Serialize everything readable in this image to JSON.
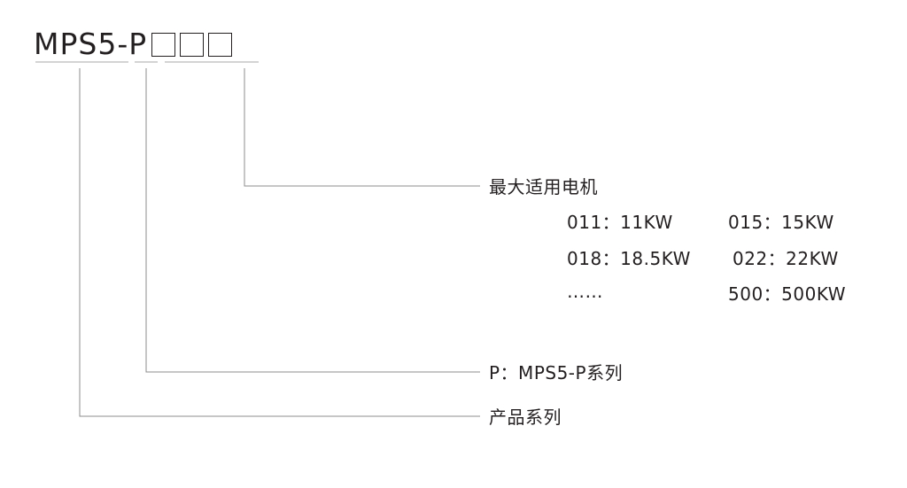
{
  "model": {
    "prefix": "MPS5-P",
    "placeholders": [
      "□",
      "□",
      "□"
    ]
  },
  "labels": {
    "motor": "最大适用电机",
    "series": "P：MPS5-P系列",
    "product": "产品系列"
  },
  "motor_values": {
    "r1c1": "011：11KW",
    "r1c2": "015：15KW",
    "r2c1": "018：18.5KW",
    "r2c2": "022：22KW",
    "r3c1": "……",
    "r3c2": "500：500KW"
  },
  "colors": {
    "text": "#231f20",
    "line": "#8c8c8c"
  }
}
